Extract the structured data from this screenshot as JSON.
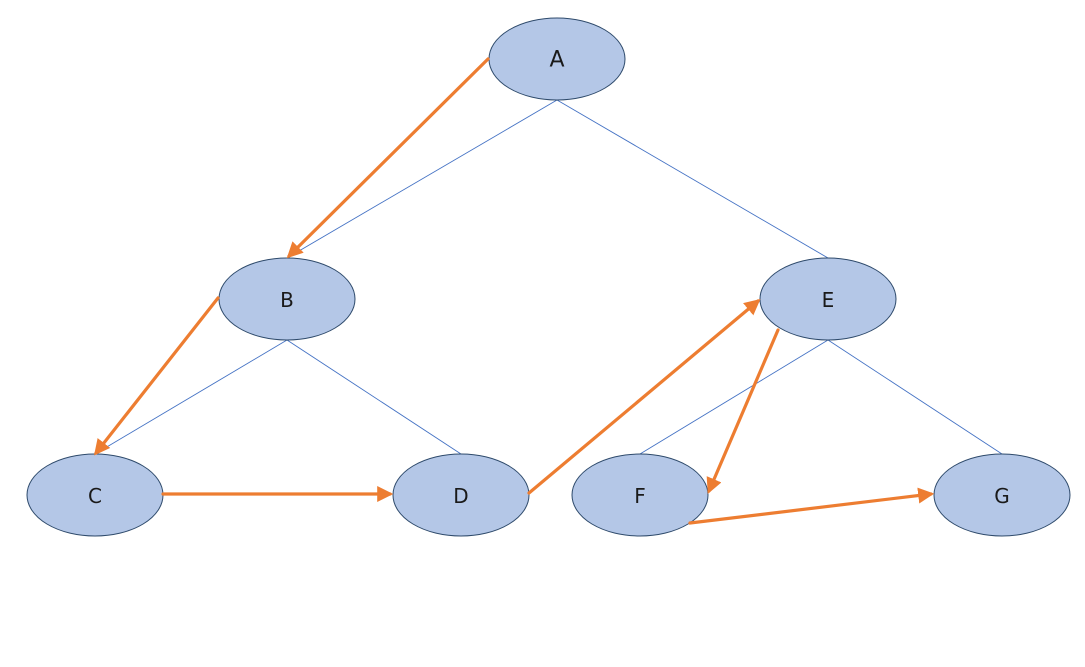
{
  "colors": {
    "node_fill": "#b4c7e7",
    "node_stroke": "#2e4a6b",
    "tree_edge": "#4472c4",
    "traversal_arrow": "#ed7d31"
  },
  "nodes": [
    {
      "id": "A",
      "label": "A"
    },
    {
      "id": "B",
      "label": "B"
    },
    {
      "id": "C",
      "label": "C"
    },
    {
      "id": "D",
      "label": "D"
    },
    {
      "id": "E",
      "label": "E"
    },
    {
      "id": "F",
      "label": "F"
    },
    {
      "id": "G",
      "label": "G"
    }
  ],
  "tree_edges": [
    {
      "from": "A",
      "to": "B"
    },
    {
      "from": "A",
      "to": "E"
    },
    {
      "from": "B",
      "to": "C"
    },
    {
      "from": "B",
      "to": "D"
    },
    {
      "from": "E",
      "to": "F"
    },
    {
      "from": "E",
      "to": "G"
    }
  ],
  "traversal_arrows": [
    {
      "from": "A",
      "to": "B"
    },
    {
      "from": "B",
      "to": "C"
    },
    {
      "from": "C",
      "to": "D"
    },
    {
      "from": "D",
      "to": "E"
    },
    {
      "from": "E",
      "to": "F"
    },
    {
      "from": "F",
      "to": "G"
    }
  ]
}
